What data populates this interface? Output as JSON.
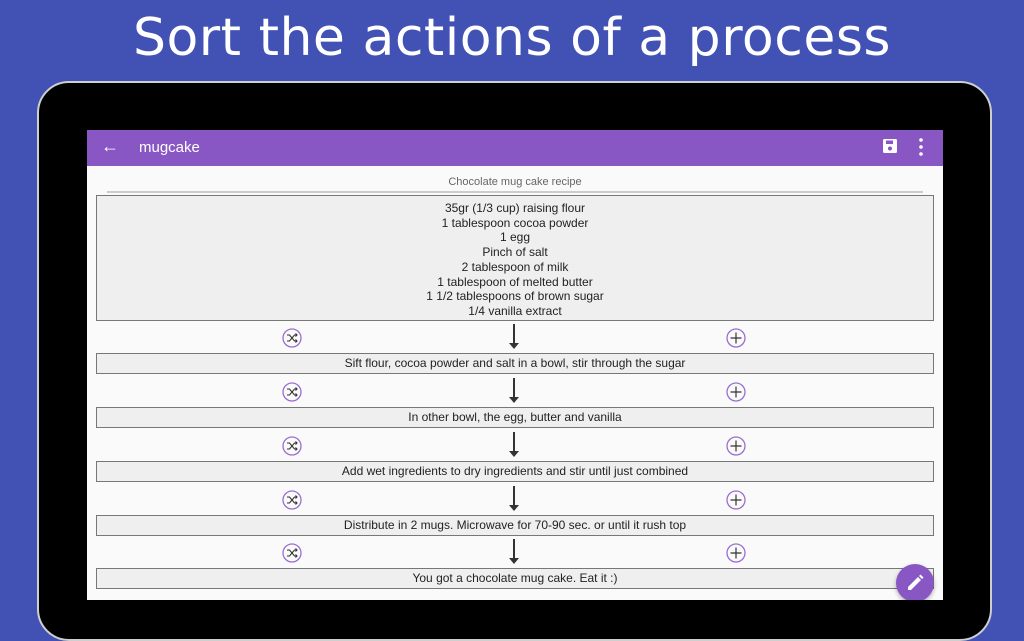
{
  "headline": "Sort the actions of a process",
  "appbar": {
    "title": "mugcake",
    "back_icon": "arrow-left-icon",
    "save_icon": "save-icon",
    "more_icon": "more-vert-icon"
  },
  "recipe": {
    "caption": "Chocolate mug cake recipe",
    "ingredients": [
      "35gr (1/3 cup) raising flour",
      "1 tablespoon cocoa powder",
      "1 egg",
      "Pinch of salt",
      "2 tablespoon of milk",
      "1 tablespoon of melted butter",
      "1 1/2 tablespoons of brown sugar",
      "1/4 vanilla extract"
    ],
    "steps": [
      "Sift flour, cocoa powder and salt in a bowl, stir through the sugar",
      "In other bowl, the egg, butter and vanilla",
      "Add wet ingredients to dry ingredients and stir until just combined",
      "Distribute in 2 mugs. Microwave for 70-90 sec. or until it rush top",
      "You got a chocolate mug cake. Eat it :)"
    ]
  },
  "colors": {
    "background": "#4152b4",
    "accent": "#8957c4"
  }
}
